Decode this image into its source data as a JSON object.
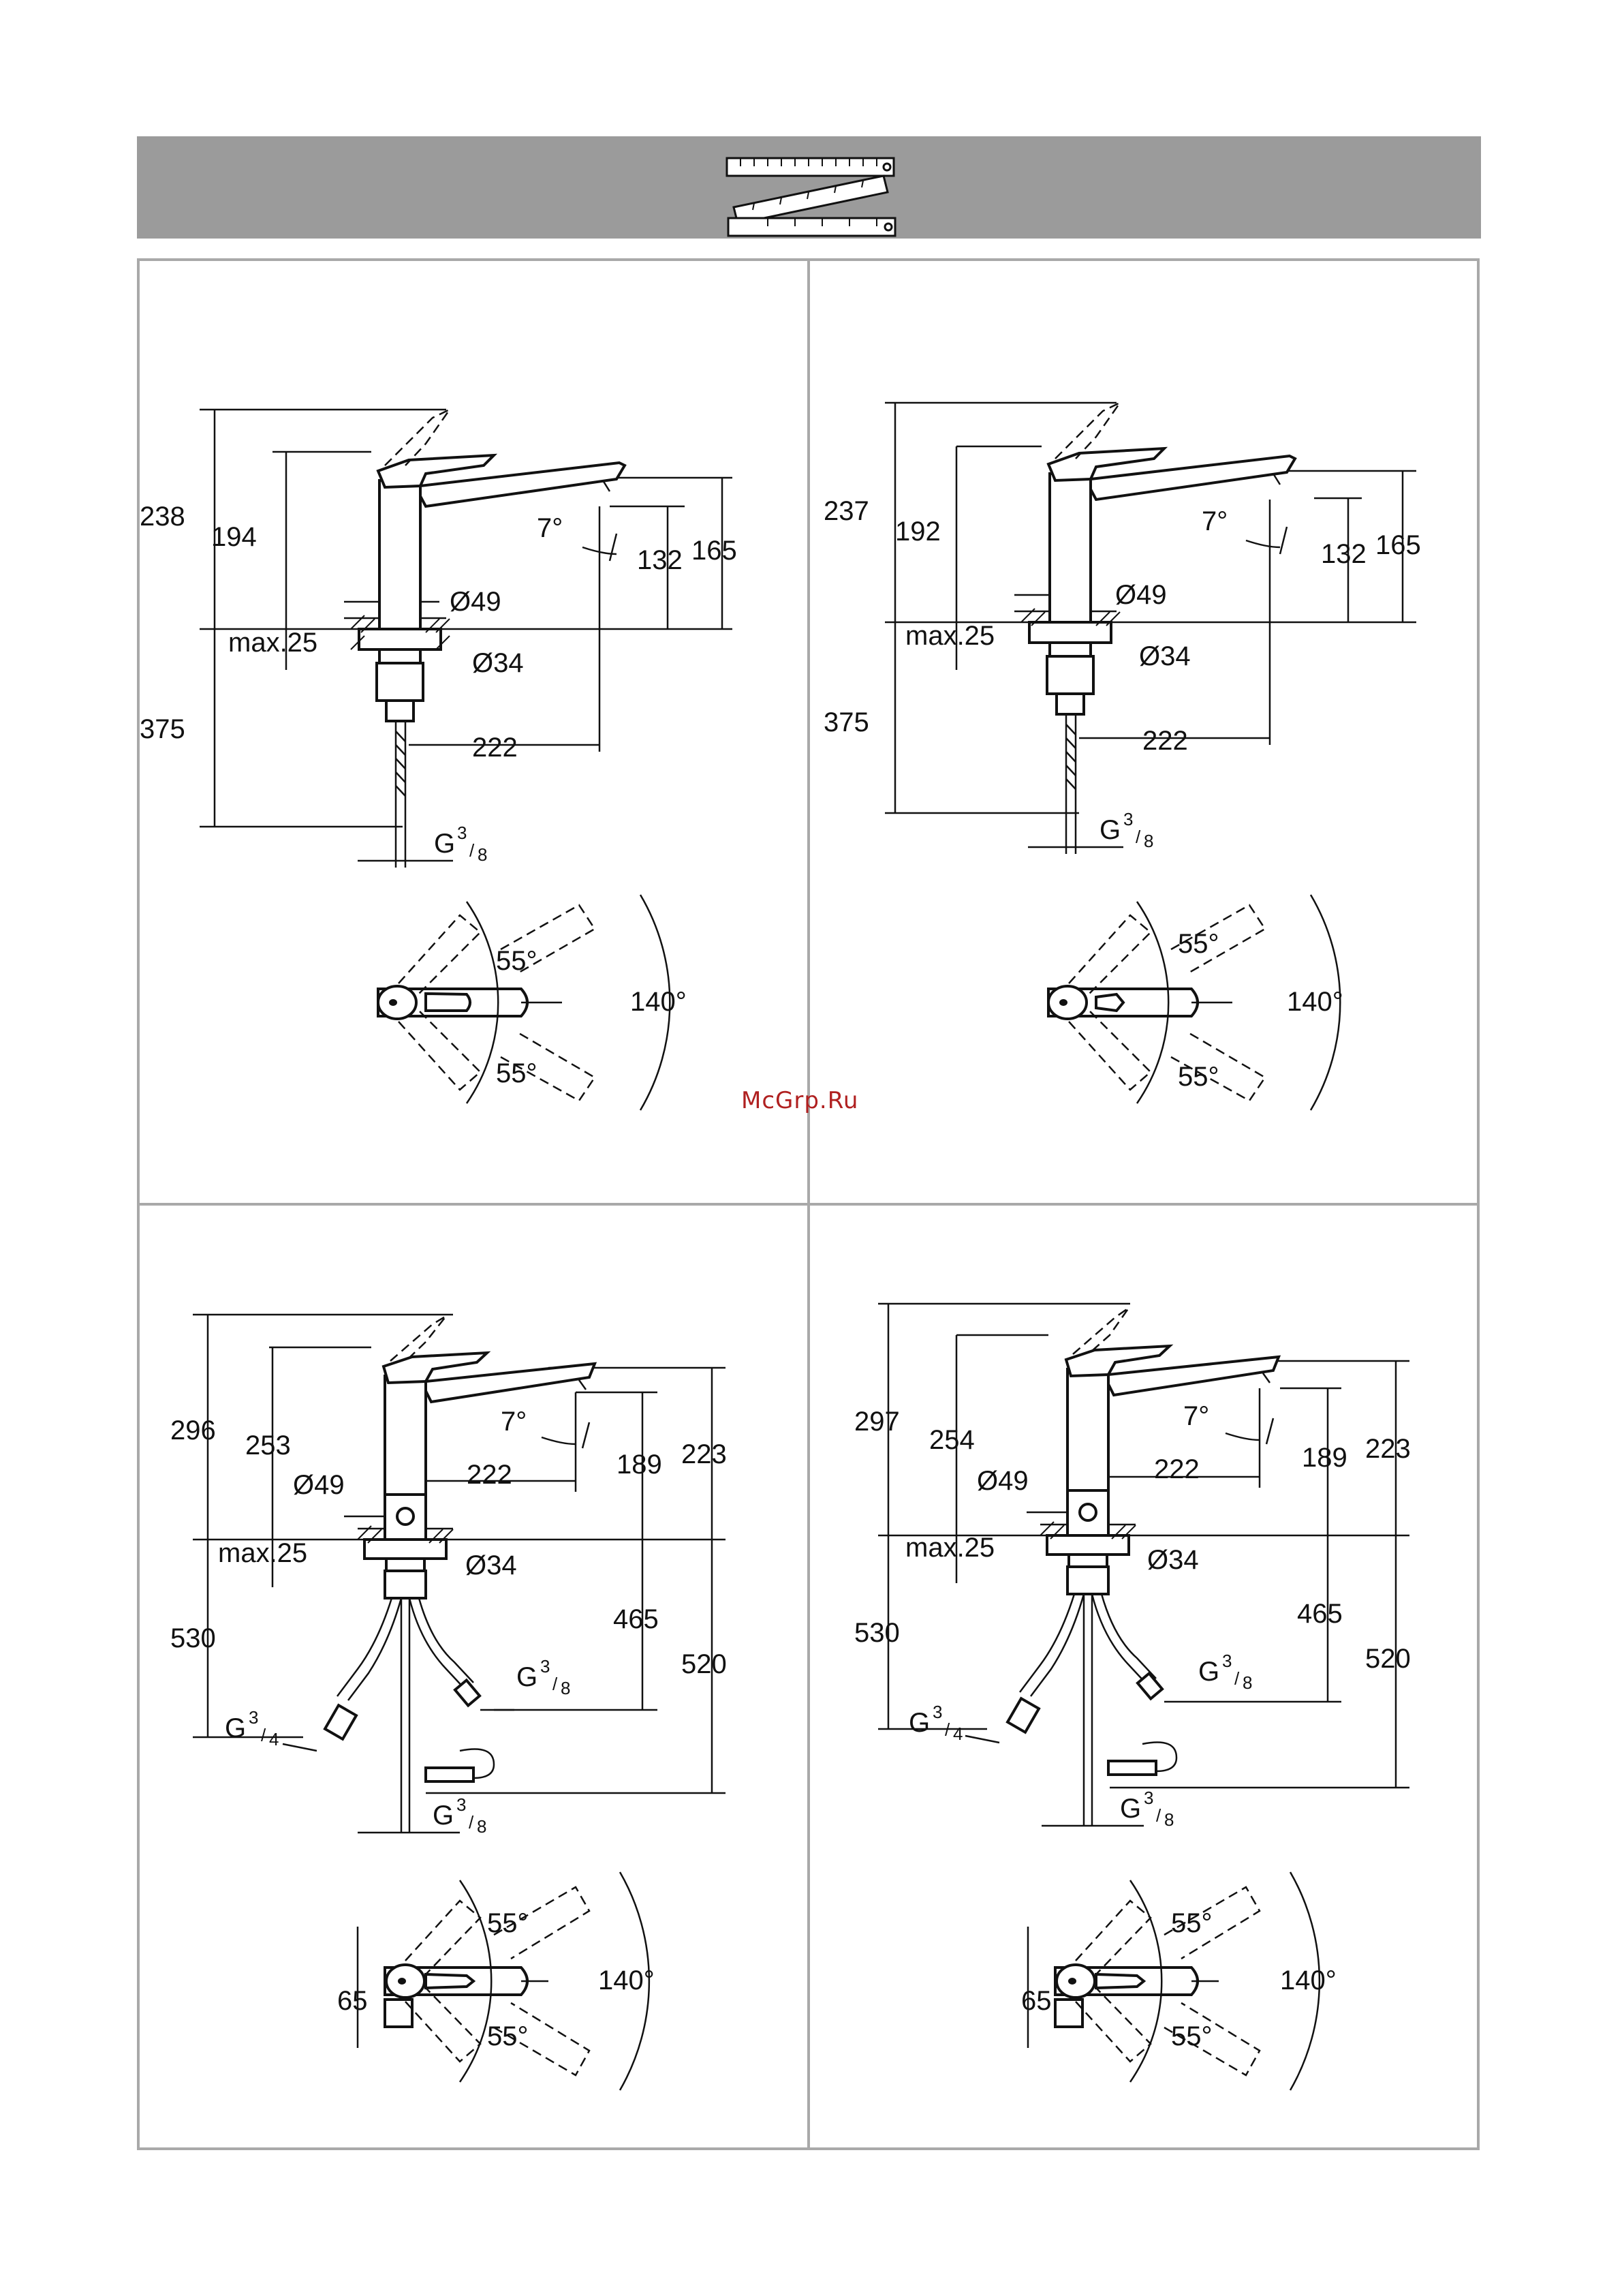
{
  "header": {
    "icon": "folding-ruler-icon",
    "background": "#9b9b9b"
  },
  "watermark": {
    "text": "McGrp.Ru",
    "color": "#b02020"
  },
  "panels": [
    {
      "heights": {
        "total": "238",
        "lever": "194",
        "spout": "165",
        "outlet": "132"
      },
      "angle_spout": "7°",
      "diam_body": "Ø49",
      "diam_thread": "Ø34",
      "deck": "max.25",
      "below": "375",
      "reach": "222",
      "thread_label": "G",
      "thread_sup": "3",
      "thread_sub": "8",
      "swing": {
        "upper": "55°",
        "lower": "55°",
        "total": "140°"
      }
    },
    {
      "heights": {
        "total": "237",
        "lever": "192",
        "spout": "165",
        "outlet": "132"
      },
      "angle_spout": "7°",
      "diam_body": "Ø49",
      "diam_thread": "Ø34",
      "deck": "max.25",
      "below": "375",
      "reach": "222",
      "thread_label": "G",
      "thread_sup": "3",
      "thread_sub": "8",
      "swing": {
        "upper": "55°",
        "lower": "55°",
        "total": "140°"
      }
    },
    {
      "heights": {
        "total": "296",
        "lever": "253",
        "spout": "223",
        "outlet": "189"
      },
      "angle_spout": "7°",
      "diam_body": "Ø49",
      "diam_thread": "Ø34",
      "deck": "max.25",
      "below": "530",
      "reach": "222",
      "below_mid": "465",
      "below_total": "520",
      "thread_label": "G",
      "thread_sup": "3",
      "thread_sub": "8",
      "thread2_sup": "3",
      "thread2_sub": "4",
      "thread3_sup": "3",
      "thread3_sub": "8",
      "offset": "65",
      "swing": {
        "upper": "55°",
        "lower": "55°",
        "total": "140°"
      }
    },
    {
      "heights": {
        "total": "297",
        "lever": "254",
        "spout": "223",
        "outlet": "189"
      },
      "angle_spout": "7°",
      "diam_body": "Ø49",
      "diam_thread": "Ø34",
      "deck": "max.25",
      "below": "530",
      "reach": "222",
      "below_mid": "465",
      "below_total": "520",
      "thread_label": "G",
      "thread_sup": "3",
      "thread_sub": "8",
      "thread2_sup": "3",
      "thread2_sub": "4",
      "thread3_sup": "3",
      "thread3_sub": "8",
      "offset": "65",
      "swing": {
        "upper": "55°",
        "lower": "55°",
        "total": "140°"
      }
    }
  ]
}
